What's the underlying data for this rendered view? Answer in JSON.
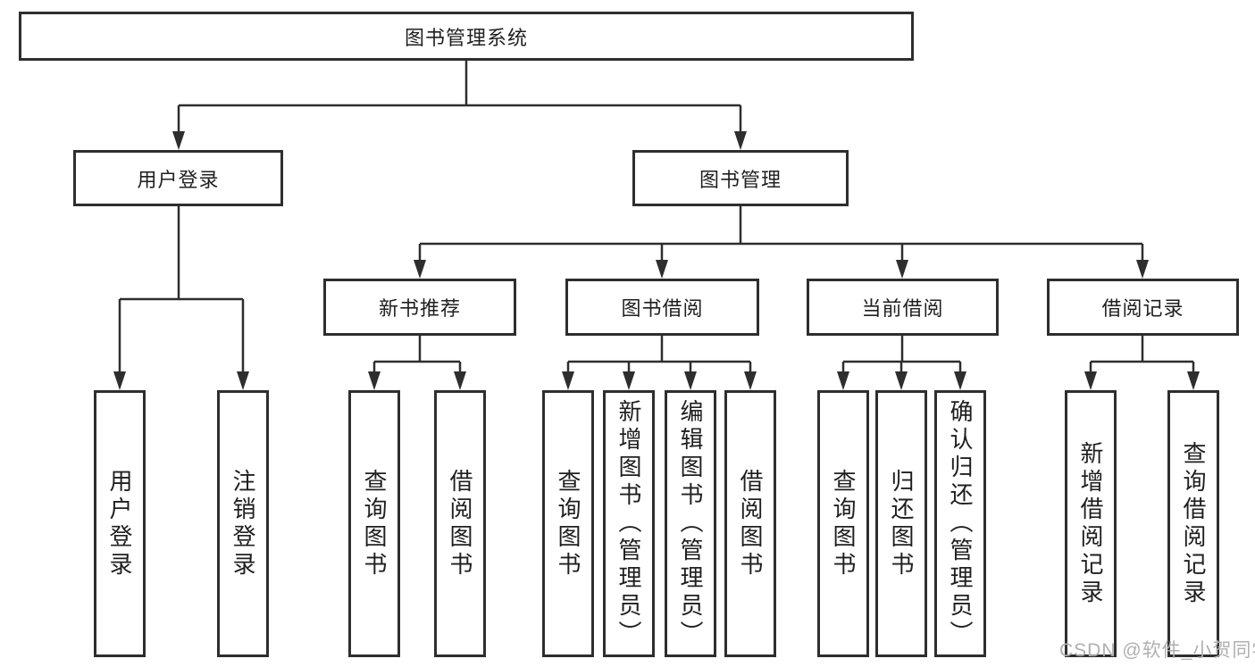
{
  "diagram": {
    "type": "hierarchy-chart",
    "root": {
      "label": "图书管理系统",
      "children": [
        {
          "label": "用户登录",
          "children": [
            {
              "label": "用户登录"
            },
            {
              "label": "注销登录"
            }
          ]
        },
        {
          "label": "图书管理",
          "children": [
            {
              "label": "新书推荐",
              "children": [
                {
                  "label": "查询图书"
                },
                {
                  "label": "借阅图书"
                }
              ]
            },
            {
              "label": "图书借阅",
              "children": [
                {
                  "label": "查询图书"
                },
                {
                  "label": "新增图书（管理员）"
                },
                {
                  "label": "编辑图书（管理员）"
                },
                {
                  "label": "借阅图书"
                }
              ]
            },
            {
              "label": "当前借阅",
              "children": [
                {
                  "label": "查询图书"
                },
                {
                  "label": "归还图书"
                },
                {
                  "label": "确认归还（管理员）"
                }
              ]
            },
            {
              "label": "借阅记录",
              "children": [
                {
                  "label": "新增借阅记录"
                },
                {
                  "label": "查询借阅记录"
                }
              ]
            }
          ]
        }
      ]
    },
    "colors": {
      "line": "#2e2e2e",
      "text": "#1f1f1f",
      "background": "#ffffff",
      "watermark_color": "#b0b0b0"
    }
  },
  "watermark": {
    "text": "CSDN @软件_小贺同学"
  }
}
